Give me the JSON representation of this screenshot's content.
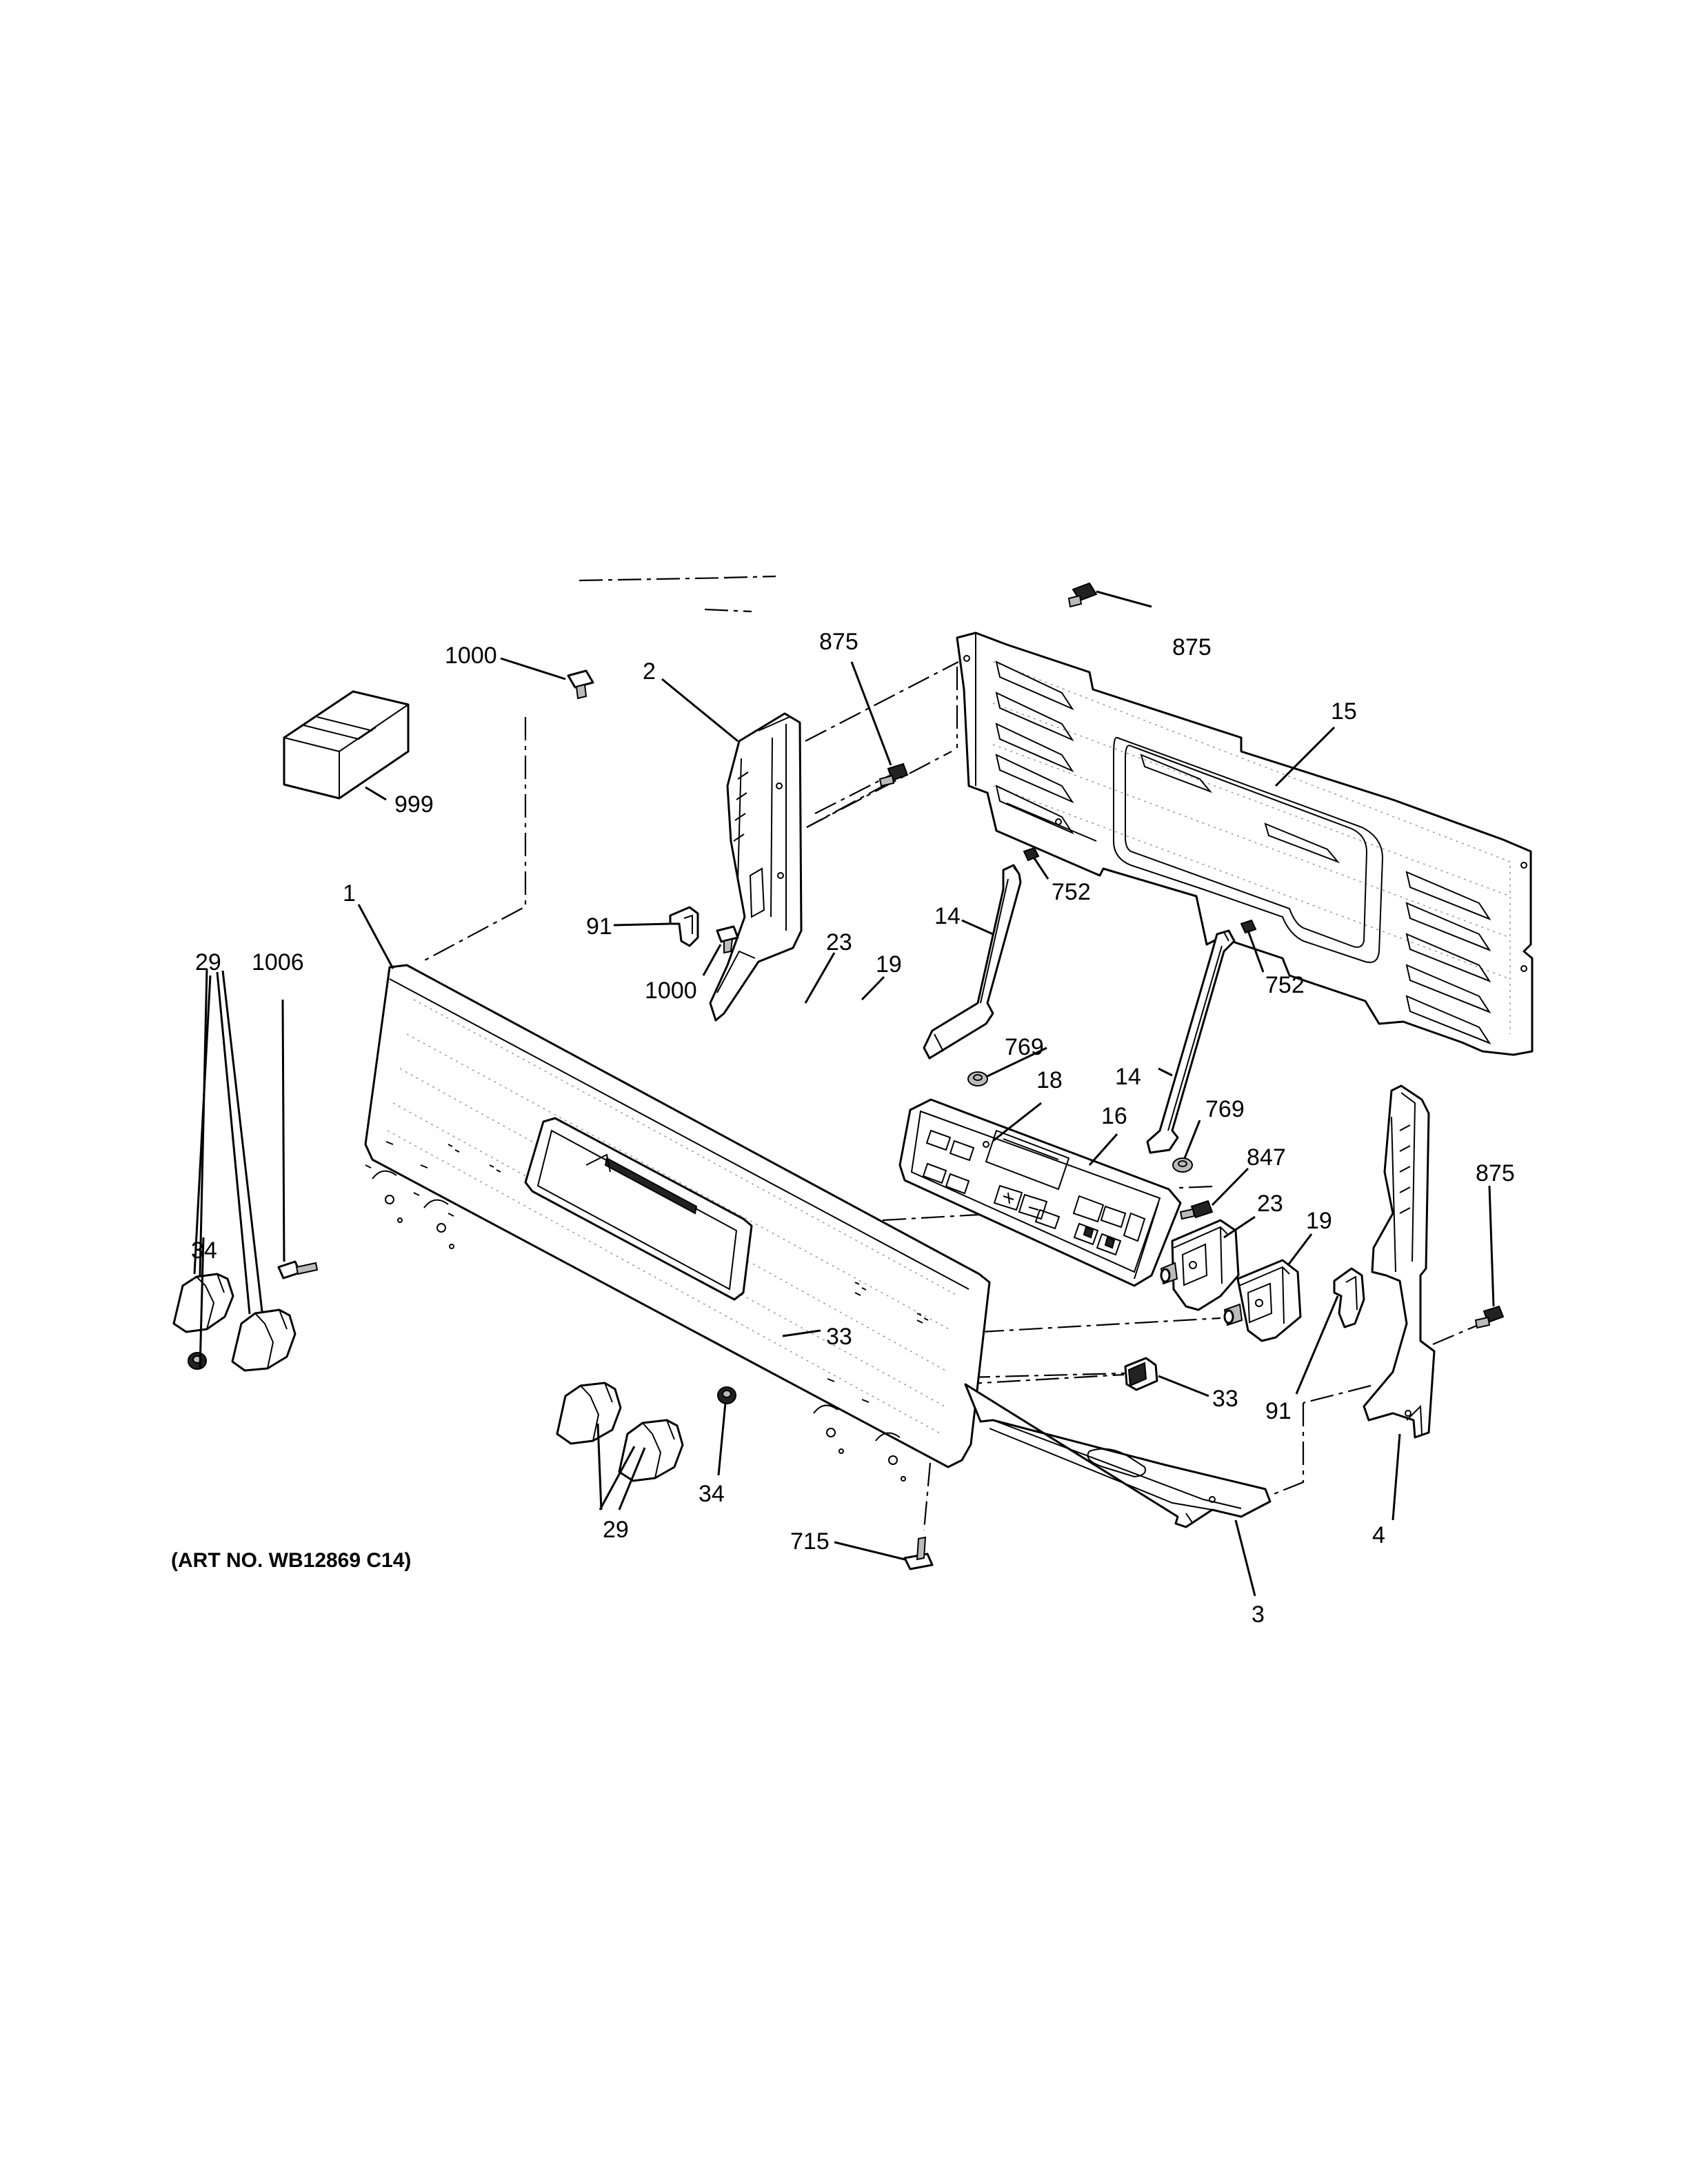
{
  "caption": "(ART NO. WB12869 C14)",
  "callouts": {
    "c1000a": "1000",
    "c999": "999",
    "c2": "2",
    "c875a": "875",
    "c875b": "875",
    "c15": "15",
    "c1": "1",
    "c91a": "91",
    "c1000b": "1000",
    "c29a": "29",
    "c1006": "1006",
    "c23a": "23",
    "c19a": "19",
    "c14a": "14",
    "c752a": "752",
    "c769a": "769",
    "c33a": "33",
    "c34a": "34",
    "c18": "18",
    "c16": "16",
    "c14b": "14",
    "c752b": "752",
    "c769b": "769",
    "c847": "847",
    "c23b": "23",
    "c19b": "19",
    "c875c": "875",
    "c91b": "91",
    "c33b": "33",
    "c29b": "29",
    "c34b": "34",
    "c715": "715",
    "c3": "3",
    "c4": "4"
  }
}
